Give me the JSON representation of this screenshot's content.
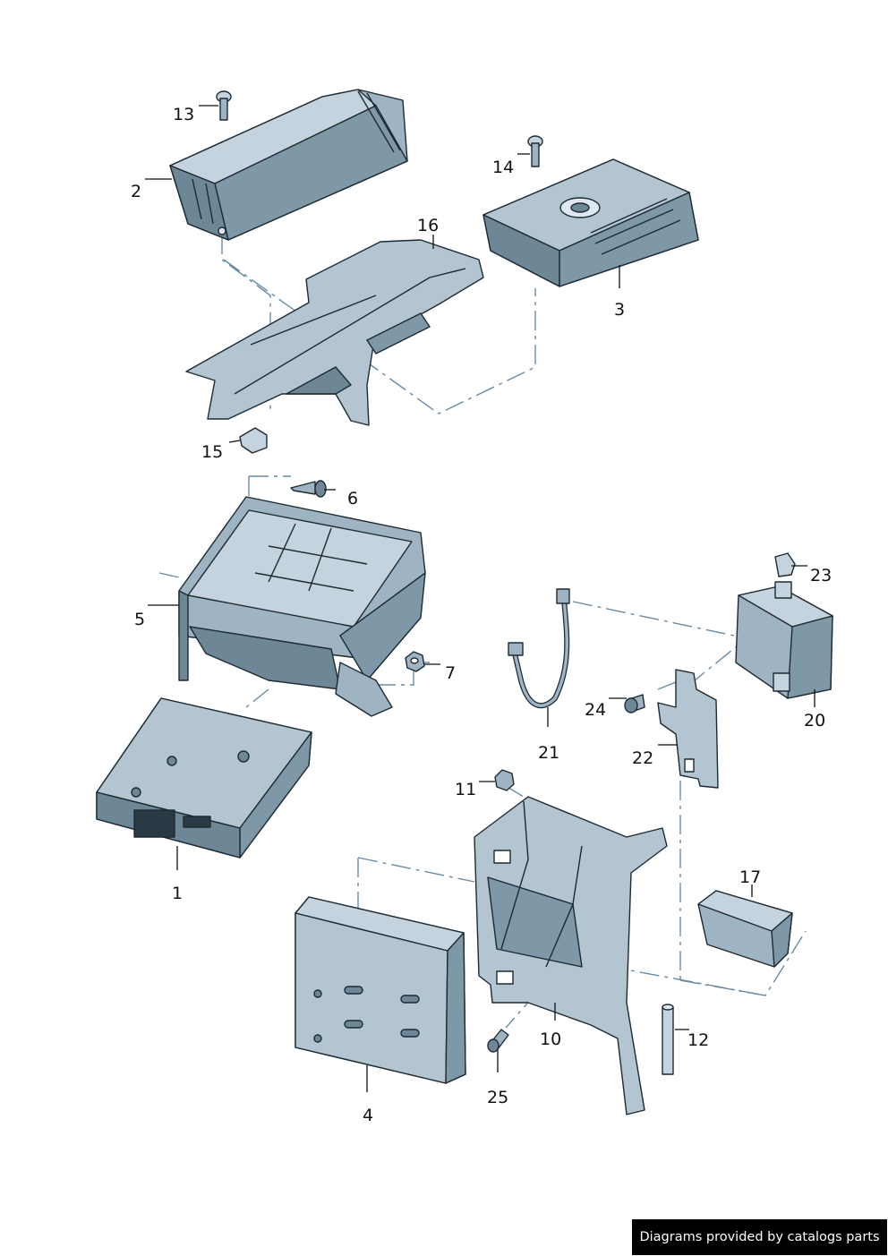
{
  "diagram": {
    "colors": {
      "part_fill": "#9fb4c2",
      "part_fill_light": "#c4d3dd",
      "part_fill_dark": "#6e8797",
      "outline": "#1d2a33",
      "dash_line": "#6a8ba3",
      "label": "#111111"
    },
    "labels": {
      "p1": "1",
      "p2": "2",
      "p3": "3",
      "p4": "4",
      "p5": "5",
      "p6": "6",
      "p7": "7",
      "p10": "10",
      "p11": "11",
      "p12": "12",
      "p13": "13",
      "p14": "14",
      "p15": "15",
      "p16": "16",
      "p17": "17",
      "p20": "20",
      "p21": "21",
      "p22": "22",
      "p23": "23",
      "p24": "24",
      "p25": "25"
    }
  },
  "footer": {
    "credit_text": "Diagrams provided by catalogs parts"
  }
}
